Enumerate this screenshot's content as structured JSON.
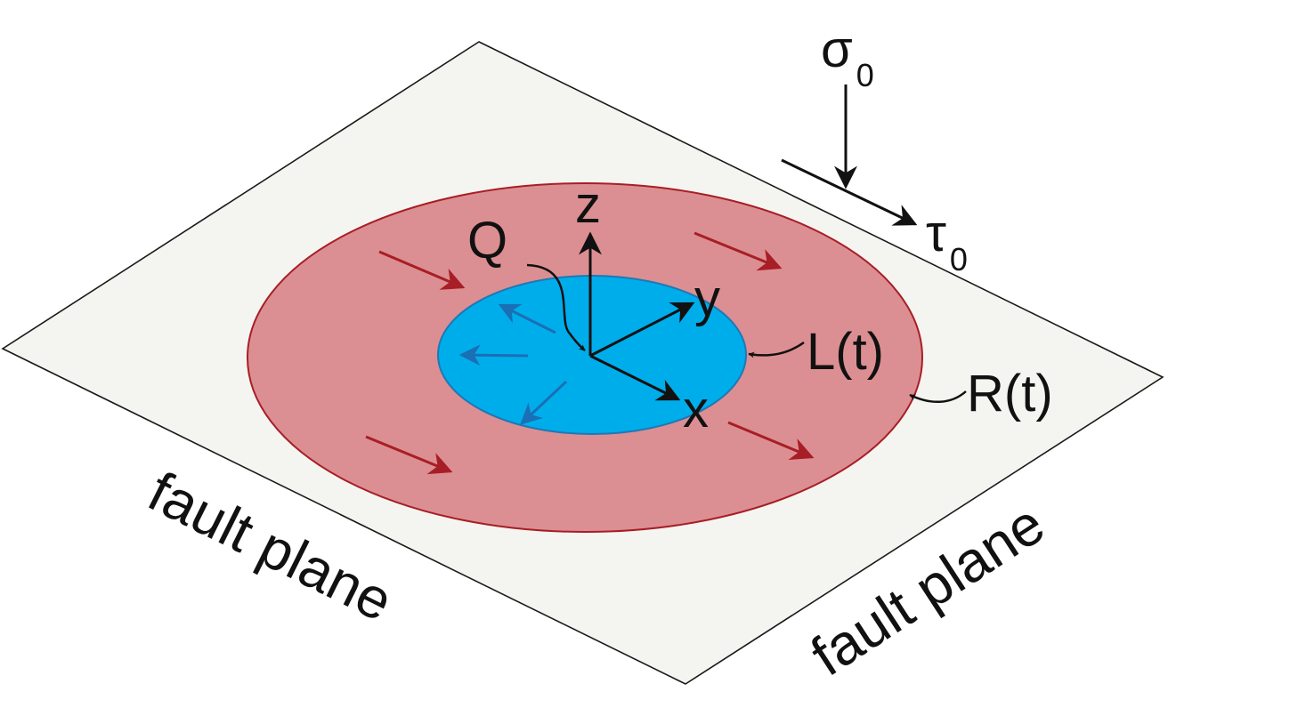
{
  "colors": {
    "plane_fill": "#f4f5f0",
    "plane_stroke": "#1a1a1a",
    "outer_fill": "#dc8f92",
    "outer_stroke": "#a81e26",
    "inner_fill": "#00adeb",
    "inner_stroke": "#1f78b4",
    "red_arrow": "#a81e26",
    "blue_arrow": "#1a6fb5",
    "ink": "#111111"
  },
  "labels": {
    "sigma_symbol": "σ",
    "sigma_sub": "0",
    "tau_symbol": "τ",
    "tau_sub": "0",
    "z": "z",
    "y": "y",
    "x": "x",
    "Q": "Q",
    "L": "L(t)",
    "R": "R(t)",
    "fault_left": "fault plane",
    "fault_right": "fault plane"
  }
}
